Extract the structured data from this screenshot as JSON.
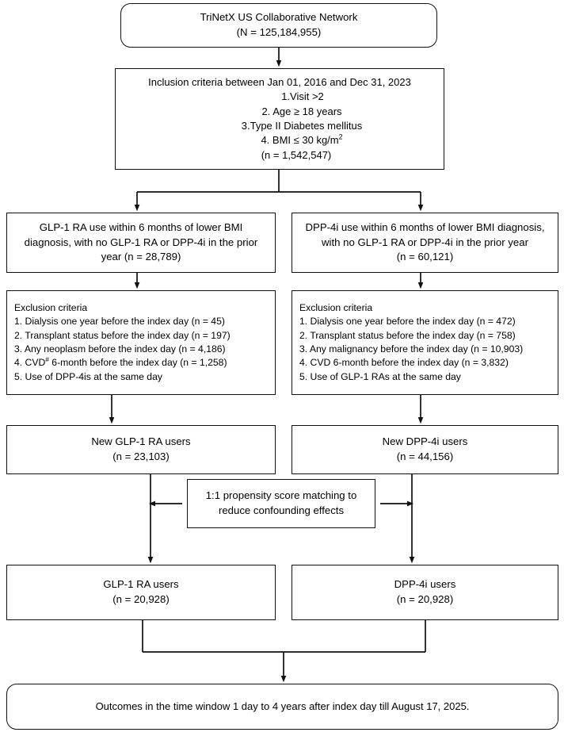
{
  "figure": {
    "type": "flowchart",
    "title": "Study cohort selection flow diagram"
  },
  "nodes": {
    "source": {
      "label": "TriNetX US Collaborative Network",
      "count": "(N = 125,184,955)"
    },
    "inclusion": {
      "heading": "Inclusion criteria between Jan 01, 2016 and Dec 31, 2023",
      "criteria": [
        "1.Visit >2",
        "2. Age ≥ 18 years",
        "3.Type II Diabetes mellitus"
      ],
      "criterion4_prefix": "4. BMI ≤ 30 kg/m",
      "criterion4_sup": "2",
      "count": "(n = 1,542,547)"
    },
    "glp_cohort": {
      "line1": "GLP-1 RA use within 6 months of lower BMI",
      "line2": "diagnosis, with no GLP-1 RA or DPP-4i in the prior",
      "line3": "year  (n = 28,789)"
    },
    "dpp_cohort": {
      "line1": "DPP-4i use within 6 months of lower BMI diagnosis,",
      "line2": "with no  GLP-1 RA or DPP-4i in the prior year",
      "line3": "(n = 60,121)"
    },
    "glp_exclusion": {
      "heading": "Exclusion criteria",
      "items": [
        "1. Dialysis one year before the index day  (n = 45)",
        "2. Transplant status before the index day   (n = 197)",
        "3. Any neoplasm before the index day (n = 4,186)"
      ],
      "item4_prefix": "4. CVD",
      "item4_sup": "#",
      "item4_suffix": " 6-month before the index day (n = 1,258)",
      "item5": "5. Use of DPP-4is at the same day"
    },
    "dpp_exclusion": {
      "heading": "Exclusion criteria",
      "items": [
        "1. Dialysis one year before the index day  (n = 472)",
        "2. Transplant status before the index day  (n = 758)",
        "3. Any malignancy before the index day (n = 10,903)",
        "4. CVD 6-month before the index day (n = 3,832)",
        "5. Use of GLP-1 RAs at the same day"
      ]
    },
    "glp_new": {
      "label": "New GLP-1 RA users",
      "count": "(n = 23,103)"
    },
    "dpp_new": {
      "label": "New DPP-4i users",
      "count": "(n = 44,156)"
    },
    "matching": {
      "line1": "1:1 propensity score matching to",
      "line2": "reduce confounding effects"
    },
    "glp_matched": {
      "label": "GLP-1 RA users",
      "count": "(n = 20,928)"
    },
    "dpp_matched": {
      "label": "DPP-4i users",
      "count": "(n = 20,928)"
    },
    "outcomes": {
      "label": "Outcomes in the time window 1 day to 4 years after index day till August 17, 2025."
    }
  },
  "style": {
    "stroke": "#111111",
    "background": "#ffffff",
    "text": "#000000"
  }
}
